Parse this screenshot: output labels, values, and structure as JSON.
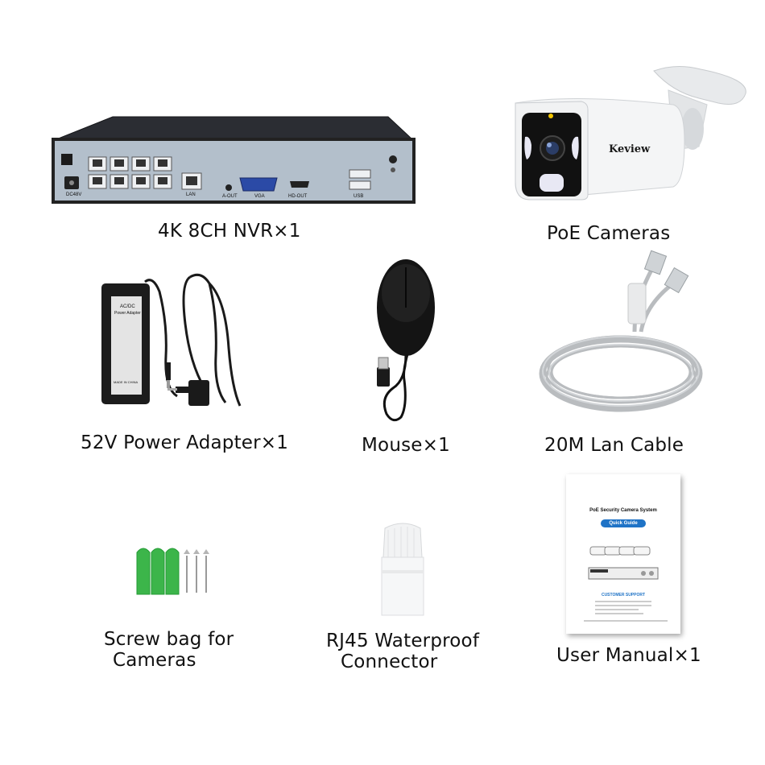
{
  "items": {
    "nvr": {
      "caption": "4K 8CH NVR×1",
      "port_labels": [
        "DC48V",
        "LAN",
        "A-OUT",
        "VGA",
        "HD-OUT",
        "USB"
      ]
    },
    "camera": {
      "caption": "PoE Cameras",
      "brand": "Keview"
    },
    "adapter": {
      "caption": "52V Power Adapter×1",
      "label_title": "AC/DC",
      "label_subtitle": "Power Adapter",
      "label_origin": "MADE IN CHINA"
    },
    "mouse": {
      "caption": "Mouse×1"
    },
    "cable": {
      "caption": "20M Lan Cable"
    },
    "screws": {
      "caption_line1": "Screw bag for",
      "caption_line2": "Cameras"
    },
    "connector": {
      "caption_line1": "RJ45 Waterproof",
      "caption_line2": "Connector"
    },
    "manual": {
      "caption": "User Manual×1",
      "title": "PoE Security Camera System",
      "badge": "Quick Guide",
      "support_heading": "CUSTOMER SUPPORT"
    }
  }
}
